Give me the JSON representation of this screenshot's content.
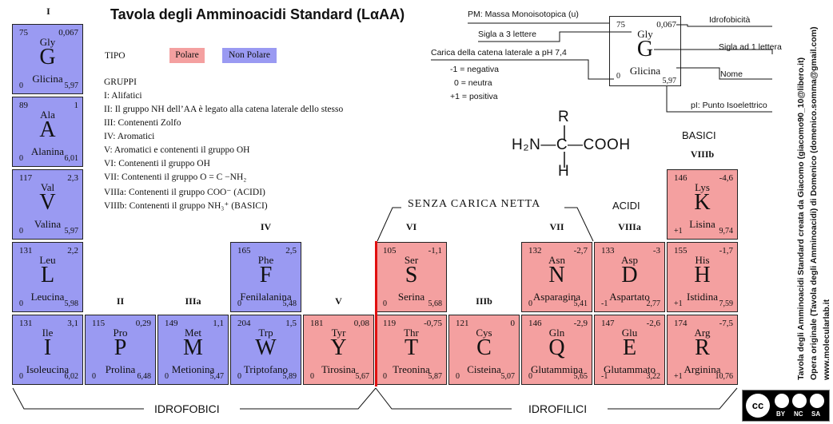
{
  "title": "Tavola degli Amminoacidi Standard (LαAA)",
  "tipo": {
    "label": "TIPO",
    "polare": "Polare",
    "non_polare": "Non Polare"
  },
  "colors": {
    "polare": "#f4a0a0",
    "non_polare": "#9a9af2",
    "divider": "#e01010"
  },
  "gruppi": {
    "heading": "GRUPPI",
    "items": [
      "I: Alifatici",
      "II: Il gruppo NH dell’AA è legato alla catena laterale dello stesso",
      "III: Contenenti Zolfo",
      "IV: Aromatici",
      "V: Aromatici e contenenti il gruppo OH",
      "VI: Contenenti il gruppo OH",
      "VII: Contenenti il gruppo O = C −NH₂",
      "VIIIa: Contenenti il gruppo COO⁻ (ACIDI)",
      "VIIIb: Contenenti il gruppo NH₃⁺ (BASICI)"
    ]
  },
  "legend": {
    "pm": "PM: Massa Monoisotopica (u)",
    "sigla3": "Sigla a 3 lettere",
    "carica": "Carica della catena laterale a pH 7,4",
    "neg": "-1 = negativa",
    "neu": "0 = neutra",
    "pos": "+1 = positiva",
    "idro": "Idrofobicità",
    "sigla1": "Sigla ad 1 lettera",
    "nome": "Nome",
    "pi": "pI: Punto Isoelettrico",
    "cell": {
      "mass": "75",
      "hyd": "0,067",
      "abbr": "Gly",
      "sym": "G",
      "name": "Glicina",
      "charge": "0",
      "pi": "5,97"
    }
  },
  "structure": {
    "r": "R",
    "left": "H₂N—C—COOH",
    "h": "H"
  },
  "section_labels": {
    "basici": "BASICI",
    "acidi": "ACIDI",
    "senza": "SENZA CARICA NETTA",
    "idrofobici": "IDROFOBICI",
    "idrofilici": "IDROFILICI"
  },
  "group_labels": [
    "I",
    "II",
    "IIIa",
    "IV",
    "V",
    "VI",
    "IIIb",
    "VII",
    "VIIIa",
    "VIIIb"
  ],
  "amino_acids": [
    {
      "mass": "75",
      "hyd": "0,067",
      "abbr": "Gly",
      "sym": "G",
      "name": "Glicina",
      "charge": "0",
      "pi": "5,97",
      "type": "np"
    },
    {
      "mass": "89",
      "hyd": "1",
      "abbr": "Ala",
      "sym": "A",
      "name": "Alanina",
      "charge": "0",
      "pi": "6,01",
      "type": "np"
    },
    {
      "mass": "117",
      "hyd": "2,3",
      "abbr": "Val",
      "sym": "V",
      "name": "Valina",
      "charge": "0",
      "pi": "5,97",
      "type": "np"
    },
    {
      "mass": "131",
      "hyd": "2,2",
      "abbr": "Leu",
      "sym": "L",
      "name": "Leucina",
      "charge": "0",
      "pi": "5,98",
      "type": "np"
    },
    {
      "mass": "131",
      "hyd": "3,1",
      "abbr": "Ile",
      "sym": "I",
      "name": "Isoleucina",
      "charge": "0",
      "pi": "6,02",
      "type": "np"
    },
    {
      "mass": "115",
      "hyd": "0,29",
      "abbr": "Pro",
      "sym": "P",
      "name": "Prolina",
      "charge": "0",
      "pi": "6,48",
      "type": "np"
    },
    {
      "mass": "149",
      "hyd": "1,1",
      "abbr": "Met",
      "sym": "M",
      "name": "Metionina",
      "charge": "0",
      "pi": "5,47",
      "type": "np"
    },
    {
      "mass": "165",
      "hyd": "2,5",
      "abbr": "Phe",
      "sym": "F",
      "name": "Fenilalanina",
      "charge": "0",
      "pi": "5,48",
      "type": "np"
    },
    {
      "mass": "204",
      "hyd": "1,5",
      "abbr": "Trp",
      "sym": "W",
      "name": "Triptofano",
      "charge": "0",
      "pi": "5,89",
      "type": "np"
    },
    {
      "mass": "181",
      "hyd": "0,08",
      "abbr": "Tyr",
      "sym": "Y",
      "name": "Tirosina",
      "charge": "0",
      "pi": "5,67",
      "type": "p"
    },
    {
      "mass": "105",
      "hyd": "-1,1",
      "abbr": "Ser",
      "sym": "S",
      "name": "Serina",
      "charge": "0",
      "pi": "5,68",
      "type": "p"
    },
    {
      "mass": "119",
      "hyd": "-0,75",
      "abbr": "Thr",
      "sym": "T",
      "name": "Treonina",
      "charge": "0",
      "pi": "5,87",
      "type": "p"
    },
    {
      "mass": "121",
      "hyd": "0",
      "abbr": "Cys",
      "sym": "C",
      "name": "Cisteina",
      "charge": "0",
      "pi": "5,07",
      "type": "p"
    },
    {
      "mass": "132",
      "hyd": "-2,7",
      "abbr": "Asn",
      "sym": "N",
      "name": "Asparagina",
      "charge": "0",
      "pi": "5,41",
      "type": "p"
    },
    {
      "mass": "146",
      "hyd": "-2,9",
      "abbr": "Gln",
      "sym": "Q",
      "name": "Glutammina",
      "charge": "0",
      "pi": "5,65",
      "type": "p"
    },
    {
      "mass": "133",
      "hyd": "-3",
      "abbr": "Asp",
      "sym": "D",
      "name": "Aspartato",
      "charge": "-1",
      "pi": "2,77",
      "type": "p"
    },
    {
      "mass": "147",
      "hyd": "-2,6",
      "abbr": "Glu",
      "sym": "E",
      "name": "Glutammato",
      "charge": "-1",
      "pi": "3,22",
      "type": "p"
    },
    {
      "mass": "146",
      "hyd": "-4,6",
      "abbr": "Lys",
      "sym": "K",
      "name": "Lisina",
      "charge": "+1",
      "pi": "9,74",
      "type": "p"
    },
    {
      "mass": "155",
      "hyd": "-1,7",
      "abbr": "His",
      "sym": "H",
      "name": "Istidina",
      "charge": "+1",
      "pi": "7,59",
      "type": "p"
    },
    {
      "mass": "174",
      "hyd": "-7,5",
      "abbr": "Arg",
      "sym": "R",
      "name": "Arginina",
      "charge": "+1",
      "pi": "10,76",
      "type": "p"
    }
  ],
  "credits": {
    "line1": "Tavola degli Amminoacidi Standard creata da Giacomo (giacomo90_10@libero.it)",
    "line2": "Opera originale (Tavola degli Amminoacidi) di Domenico (domenico.somma@gmail.com)",
    "line3": "www.molecularlab.it"
  },
  "license": {
    "cc": "cc",
    "by": "BY",
    "nc": "NC",
    "sa": "SA"
  }
}
